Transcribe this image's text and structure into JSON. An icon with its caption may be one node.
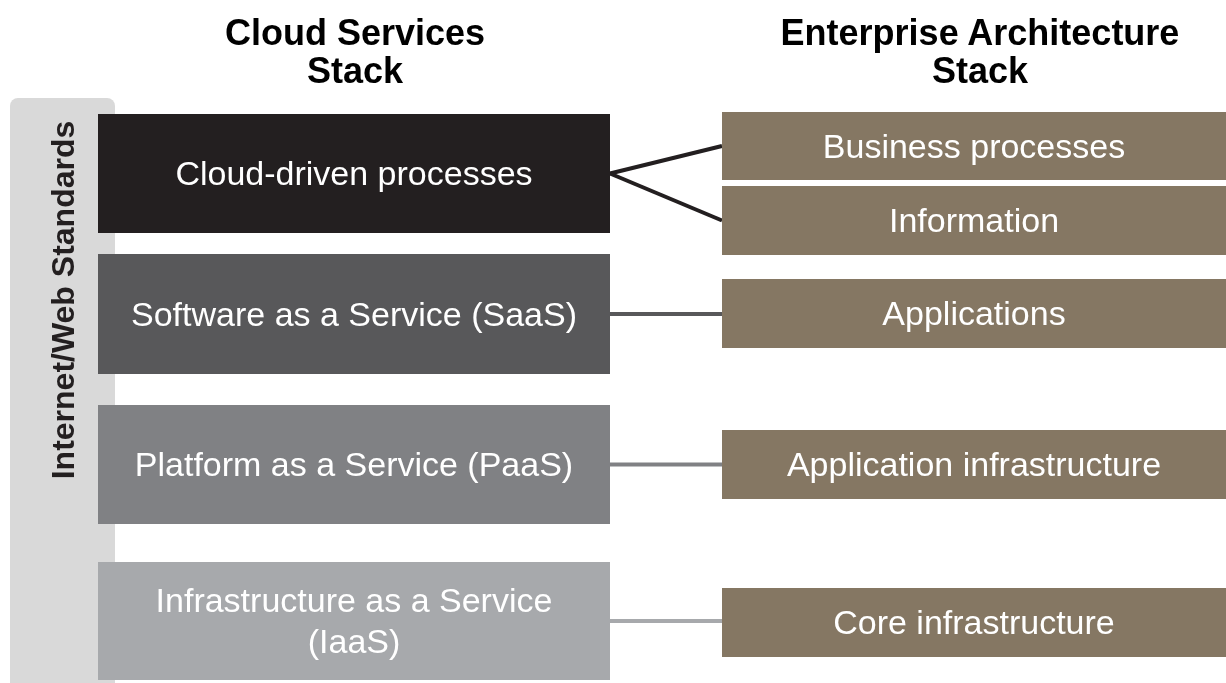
{
  "diagram": {
    "nodes": [
      {
        "text": [
          "Internet/Web Standards"
        ]
      },
      {
        "text": [
          "Cloud-driven processes"
        ]
      },
      {
        "text": [
          "Business processes"
        ]
      },
      {
        "text": [
          "Information"
        ]
      },
      {
        "text": [
          "Software as a Service (SaaS)"
        ]
      },
      {
        "text": [
          "Applications"
        ]
      },
      {
        "text": [
          "Platform as a Service (PaaS)"
        ]
      },
      {
        "text": [
          "Application infrastructure"
        ]
      },
      {
        "text": [
          "Infrastructure as a Service (IaaS)"
        ]
      },
      {
        "text": [
          "Core infrastructure"
        ]
      }
    ],
    "edges": [
      {
        "from": 1,
        "to": 2,
        "arrow": "none"
      },
      {
        "from": 1,
        "to": 3,
        "arrow": "none"
      },
      {
        "from": 4,
        "to": 5,
        "arrow": "none",
        "color": "#58585a"
      },
      {
        "from": 6,
        "to": 7,
        "arrow": "none",
        "color": "#808184"
      },
      {
        "from": 8,
        "to": 9,
        "arrow": "none",
        "color": "#a7a9ac"
      }
    ],
    "labels": [
      "Cloud Services Stack",
      "Enterprise Architecture Stack"
    ]
  }
}
